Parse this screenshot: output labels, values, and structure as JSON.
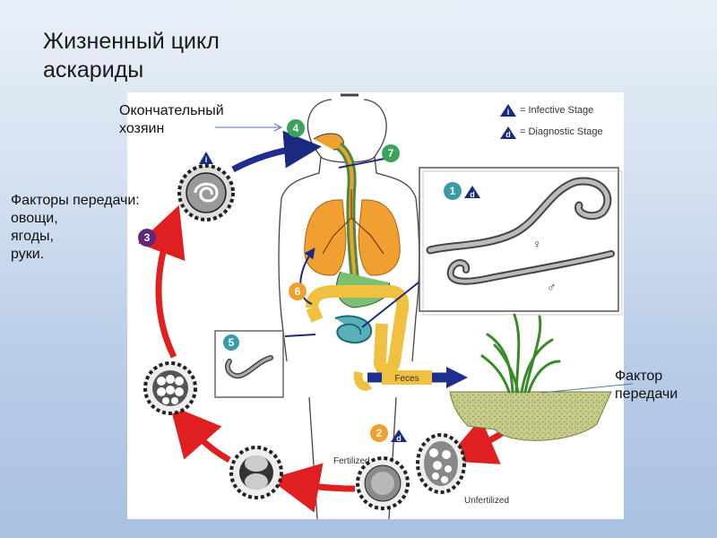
{
  "title": {
    "line1": "Жизненный цикл",
    "line2": "аскариды"
  },
  "labels": {
    "definitive_host": [
      "Окончательный",
      "хозяин"
    ],
    "transmission_factors": [
      "Факторы передачи:",
      "овощи,",
      "ягоды,",
      "руки."
    ],
    "transmission_factor": [
      "Фактор",
      "передачи"
    ]
  },
  "legend": {
    "infective_symbol": "i",
    "infective_text": "= Infective Stage",
    "diagnostic_symbol": "d",
    "diagnostic_text": "= Diagnostic Stage"
  },
  "diagram": {
    "stages": [
      "1",
      "2",
      "3",
      "4",
      "5",
      "6",
      "7"
    ],
    "feces_label": "Feces",
    "fertilized_label": "Fertilized",
    "unfertilized_label": "Unfertilized",
    "female_symbol": "♀",
    "male_symbol": "♂"
  },
  "colors": {
    "cycle_red": "#e02020",
    "cycle_blue": "#1f2f8f",
    "stage_green": "#3aa35a",
    "stage_purple": "#5b2a7a",
    "stage_orange": "#f0a030",
    "stage_teal": "#3a9aa8",
    "stage_navy": "#1a2a80"
  }
}
